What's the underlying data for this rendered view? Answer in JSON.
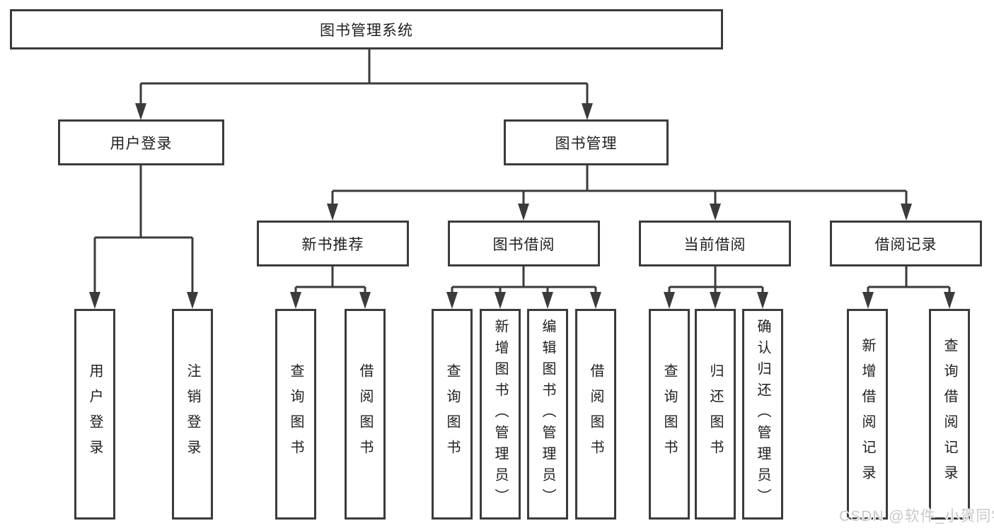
{
  "diagram_type": "feature-tree",
  "colors": {
    "line": "#3b3b3b",
    "text": "#202020",
    "watermark": "#c9c9c9"
  },
  "tree": {
    "root": {
      "label": "图书管理系统"
    },
    "level2": [
      {
        "label": "用户登录",
        "children": [
          {
            "label": "用户登录"
          },
          {
            "label": "注销登录"
          }
        ]
      },
      {
        "label": "图书管理",
        "children": [
          {
            "label": "新书推荐",
            "children": [
              {
                "label": "查询图书"
              },
              {
                "label": "借阅图书"
              }
            ]
          },
          {
            "label": "图书借阅",
            "children": [
              {
                "label": "查询图书"
              },
              {
                "label": "新增图书（管理员）"
              },
              {
                "label": "编辑图书（管理员）"
              },
              {
                "label": "借阅图书"
              }
            ]
          },
          {
            "label": "当前借阅",
            "children": [
              {
                "label": "查询图书"
              },
              {
                "label": "归还图书"
              },
              {
                "label": "确认归还（管理员）"
              }
            ]
          },
          {
            "label": "借阅记录",
            "children": [
              {
                "label": "新增借阅记录"
              },
              {
                "label": "查询借阅记录"
              }
            ]
          }
        ]
      }
    ]
  },
  "watermark": {
    "text": "CSDN @软件_小贺同学"
  }
}
